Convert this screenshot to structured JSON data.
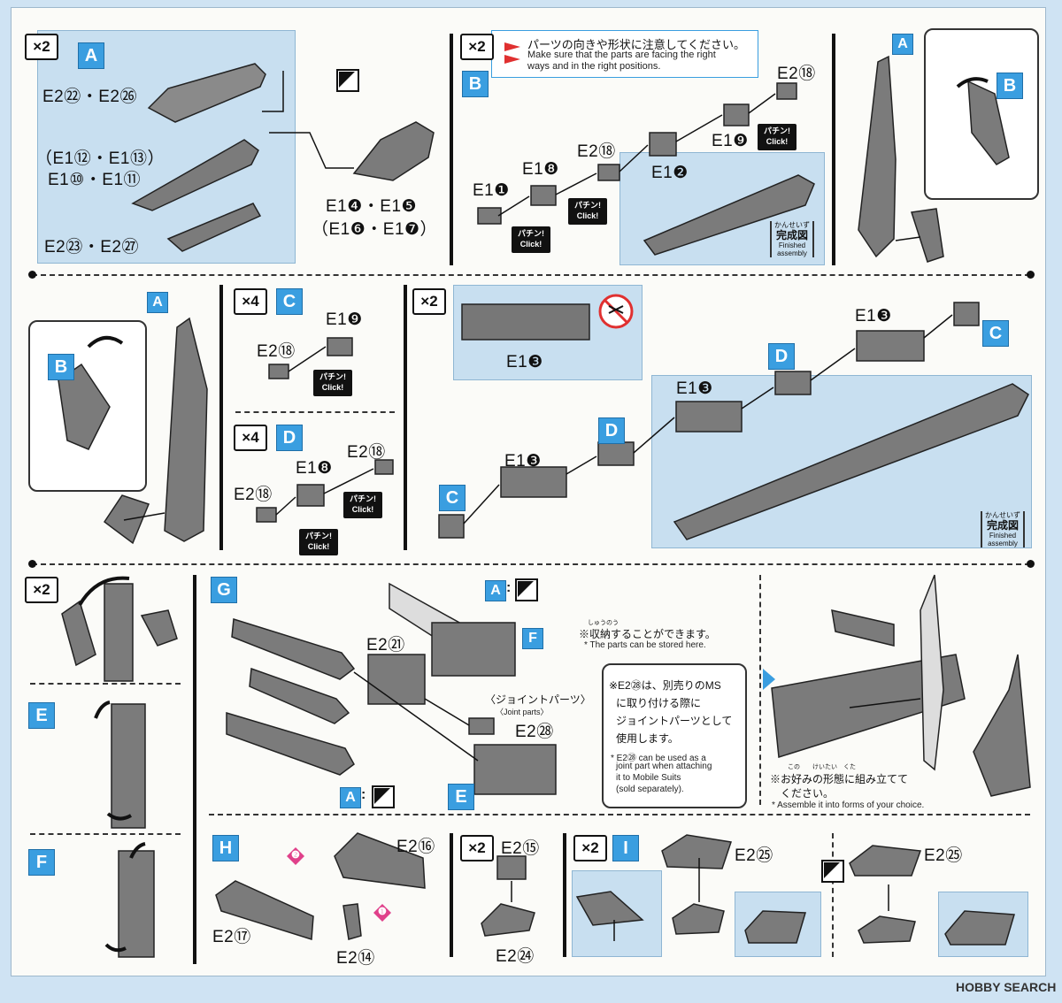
{
  "steps": {
    "row1": {
      "left": {
        "mult": "×2",
        "badge": "A",
        "l1": "E2㉒・E2㉖",
        "l2": "（E1⑫・E1⑬）",
        "l3": "E1⑩・E1⑪",
        "l4": "E2㉓・E2㉗",
        "l5": "E1❹・E1❺",
        "l6": "（E1❻・E1❼）"
      },
      "mid": {
        "mult": "×2",
        "badge": "B",
        "caution_jp": "パーツの向きや形状に注意してください。",
        "caution_en1": "Make sure that the parts are facing the right",
        "caution_en2": "ways and in the right positions.",
        "e218a": "E2⑱",
        "e19": "E1❾",
        "e218b": "E2⑱",
        "e12": "E1❷",
        "e18": "E1❽",
        "e11": "E1❶",
        "finished_kana": "かんせいず",
        "finished_jp": "完成図",
        "finished_en": "Finished assembly"
      },
      "right": {
        "a": "A",
        "b": "B"
      }
    },
    "row2": {
      "left": {
        "a": "A",
        "b": "B"
      },
      "c": {
        "mult": "×4",
        "badge": "C",
        "e19": "E1❾",
        "e218": "E2⑱"
      },
      "d": {
        "mult": "×4",
        "badge": "D",
        "e218a": "E2⑱",
        "e18": "E1❽",
        "e218b": "E2⑱"
      },
      "main": {
        "mult": "×2",
        "e13a": "E1❸",
        "e13b": "E1❸",
        "e13c": "E1❸",
        "e13d": "E1❸",
        "c1": "C",
        "c2": "C",
        "d1": "D",
        "d2": "D",
        "finished_kana": "かんせいず",
        "finished_jp": "完成図",
        "finished_en": "Finished assembly"
      }
    },
    "row3": {
      "left": {
        "mult": "×2",
        "e": "E",
        "f": "F"
      },
      "g": {
        "badge": "G",
        "a_top": "A",
        "f": "F",
        "e221": "E2㉑",
        "a_bottom": "A",
        "e": "E",
        "storage_kana": "しゅうのう",
        "storage_jp": "※収納することができます。",
        "storage_en": "* The parts can be stored here.",
        "joint_jp": "〈ジョイントパーツ〉",
        "joint_en": "〈Joint parts〉",
        "e228": "E2㉘",
        "joint_note1": "※E2㉘は、別売りのMS",
        "joint_note2": "に取り付ける際に",
        "joint_note3": "ジョイントパーツとして",
        "joint_note4": "使用します。",
        "joint_en1": "* E2㉘ can be used as a",
        "joint_en2": "joint part when attaching",
        "joint_en3": "it to Mobile Suits",
        "joint_en4": "(sold separately)."
      },
      "right": {
        "choice_kana": "この　　けいたい　くた",
        "choice_jp": "※お好みの形態に組み立てて",
        "choice_jp2": "ください。",
        "choice_en": "* Assemble it into forms of your choice."
      }
    },
    "row4": {
      "h": {
        "badge": "H",
        "e216": "E2⑯",
        "e217": "E2⑰",
        "e214": "E2⑭",
        "n1": "❶",
        "n2": "❷"
      },
      "mid": {
        "mult": "×2",
        "e215": "E2⑮",
        "e224": "E2㉔"
      },
      "i": {
        "mult": "×2",
        "badge": "I",
        "e225a": "E2㉕",
        "e225b": "E2㉕"
      }
    }
  },
  "click_badge": {
    "jp": "パチン!",
    "en": "Click!"
  },
  "watermark": "HOBBY SEARCH"
}
